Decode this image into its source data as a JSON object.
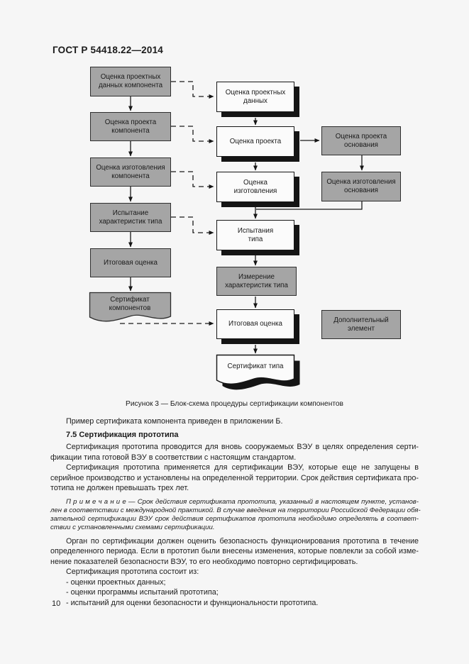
{
  "header": {
    "title": "ГОСТ Р 54418.22—2014"
  },
  "figure": {
    "left": [
      "Оценка проектных\nданных компонента",
      "Оценка проекта\nкомпонента",
      "Оценка изготовления\nкомпонента",
      "Испытание\nхарактеристик типа",
      "Итоговая оценка",
      "Сертификат\nкомпонентов"
    ],
    "middle": [
      "Оценка проектных\nданных",
      "Оценка проекта",
      "Оценка\nизготовления",
      "Испытания\nтипа",
      "Измерение\nхарактеристик типа",
      "Итоговая оценка",
      "Сертификат типа"
    ],
    "right": [
      "Оценка проекта\nоснования",
      "Оценка изготовления\nоснования",
      "Дополнительный\nэлемент"
    ],
    "caption": "Рисунок 3 — Блок-схема процедуры сертификации компонентов"
  },
  "content": {
    "p1": "Пример сертификата компонента приведен в приложении Б.",
    "h75": "7.5 Сертификация прототипа",
    "p2_lines": [
      "Сертификация прототипа проводится для вновь сооружаемых ВЭУ в целях определения серти-",
      "фикации типа готовой ВЭУ в соответствии с настоящим стандартом."
    ],
    "p3_lines": [
      "Сертификация прототипа применяется для сертификации ВЭУ, которые еще не запущены в",
      "серийное производство и установлены на определенной территории. Срок действия сертификата про-",
      "тотипа не должен превышать трех лет."
    ],
    "note_lines": [
      "П р и м е ч а н и е — Срок действия сертификата прототипа, указанный в настоящем пункте, установ-",
      "лен в соответствии с международной практикой. В случае введения на территории Российской Федерации обя-",
      "зательной сертификации ВЭУ срок действия сертификатов прототипа необходимо определять в соответ-",
      "ствии с установленными схемами сертификации."
    ],
    "p4_lines": [
      "Орган по сертификации должен оценить безопасность функционирования прототипа в течение",
      "определенного периода. Если в прототип были внесены изменения, которые повлекли за собой изме-",
      "нение показателей безопасности ВЭУ, то его необходимо повторно сертифицировать."
    ],
    "p5": "Сертификация прототипа состоит из:",
    "bullets": [
      "- оценки проектных данных;",
      "- оценки программы испытаний прототипа;",
      "- испытаний для оценки безопасности и функциональности прототипа."
    ],
    "page_number": "10"
  },
  "colors": {
    "page_bg": "#f6f6f6",
    "box_gray": "#a5a5a5",
    "box_white": "#fbfbfb",
    "line_dark": "#1a1a1a"
  }
}
